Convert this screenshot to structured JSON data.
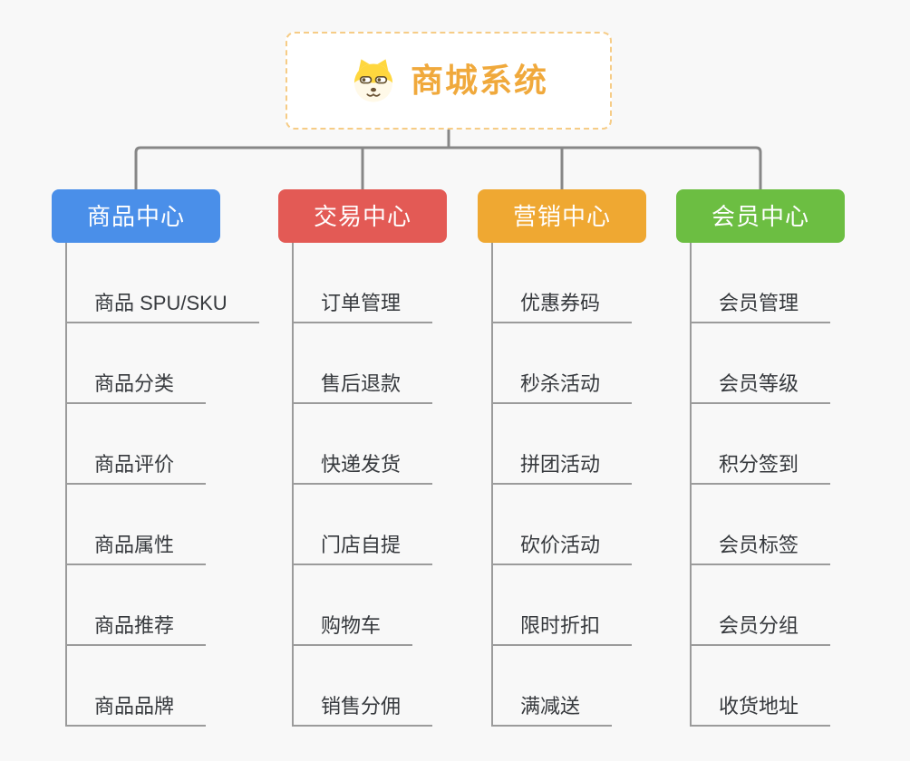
{
  "root": {
    "title": "商城系统",
    "icon": "doge-icon"
  },
  "colors": {
    "background": "#f8f8f8",
    "root_text": "#f0a93c",
    "root_border": "#f6cc86",
    "connector": "#878787",
    "underline": "#9b9b9b",
    "child_text": "#36393d",
    "branch_products": "#4a8fe9",
    "branch_trade": "#e35a55",
    "branch_marketing": "#efa832",
    "branch_members": "#6cbe42"
  },
  "branches": [
    {
      "label": "商品中心",
      "color": "#4a8fe9",
      "children": [
        "商品 SPU/SKU",
        "商品分类",
        "商品评价",
        "商品属性",
        "商品推荐",
        "商品品牌"
      ]
    },
    {
      "label": "交易中心",
      "color": "#e35a55",
      "children": [
        "订单管理",
        "售后退款",
        "快递发货",
        "门店自提",
        "购物车",
        "销售分佣"
      ]
    },
    {
      "label": "营销中心",
      "color": "#efa832",
      "children": [
        "优惠券码",
        "秒杀活动",
        "拼团活动",
        "砍价活动",
        "限时折扣",
        "满减送"
      ]
    },
    {
      "label": "会员中心",
      "color": "#6cbe42",
      "children": [
        "会员管理",
        "会员等级",
        "积分签到",
        "会员标签",
        "会员分组",
        "收货地址"
      ]
    }
  ]
}
